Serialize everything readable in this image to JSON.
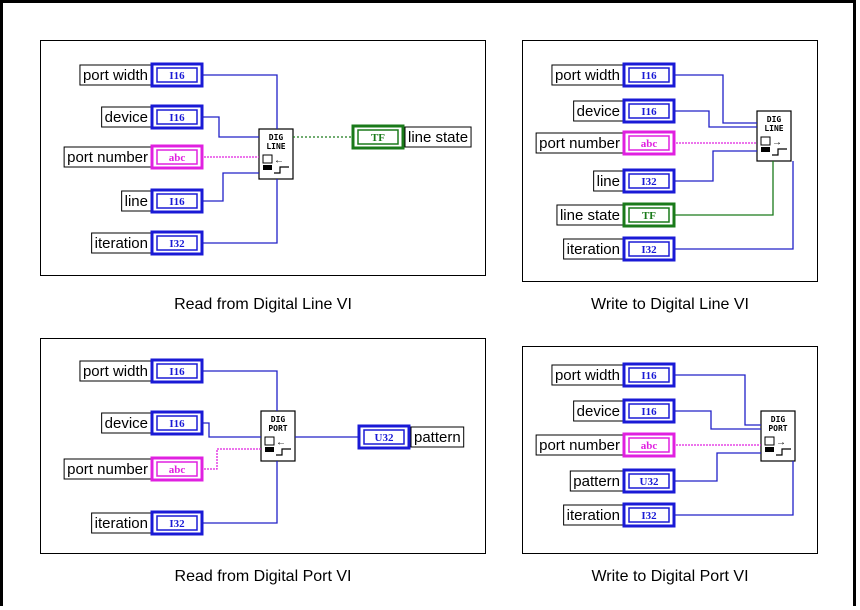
{
  "colors": {
    "i16": "#1a1ad6",
    "string": "#e020e0",
    "bool": "#1a7a1a",
    "wire": "#2020c8"
  },
  "panels": [
    {
      "caption": "Read from Digital Line VI",
      "vi_label": [
        "DIG",
        "LINE"
      ],
      "inputs": [
        {
          "label": "port width",
          "type": "I16"
        },
        {
          "label": "device",
          "type": "I16"
        },
        {
          "label": "port number",
          "type": "abc"
        },
        {
          "label": "line",
          "type": "I16"
        },
        {
          "label": "iteration",
          "type": "I32"
        }
      ],
      "output": {
        "label": "line state",
        "type": "TF"
      }
    },
    {
      "caption": "Write to Digital Line VI",
      "vi_label": [
        "DIG",
        "LINE"
      ],
      "inputs": [
        {
          "label": "port width",
          "type": "I16"
        },
        {
          "label": "device",
          "type": "I16"
        },
        {
          "label": "port number",
          "type": "abc"
        },
        {
          "label": "line",
          "type": "I32"
        },
        {
          "label": "line state",
          "type": "TF"
        },
        {
          "label": "iteration",
          "type": "I32"
        }
      ]
    },
    {
      "caption": "Read from Digital Port VI",
      "vi_label": [
        "DIG",
        "PORT"
      ],
      "inputs": [
        {
          "label": "port width",
          "type": "I16"
        },
        {
          "label": "device",
          "type": "I16"
        },
        {
          "label": "port number",
          "type": "abc"
        },
        {
          "label": "iteration",
          "type": "I32"
        }
      ],
      "output": {
        "label": "pattern",
        "type": "U32"
      }
    },
    {
      "caption": "Write to Digital Port VI",
      "vi_label": [
        "DIG",
        "PORT"
      ],
      "inputs": [
        {
          "label": "port width",
          "type": "I16"
        },
        {
          "label": "device",
          "type": "I16"
        },
        {
          "label": "port number",
          "type": "abc"
        },
        {
          "label": "pattern",
          "type": "U32"
        },
        {
          "label": "iteration",
          "type": "I32"
        }
      ]
    }
  ]
}
